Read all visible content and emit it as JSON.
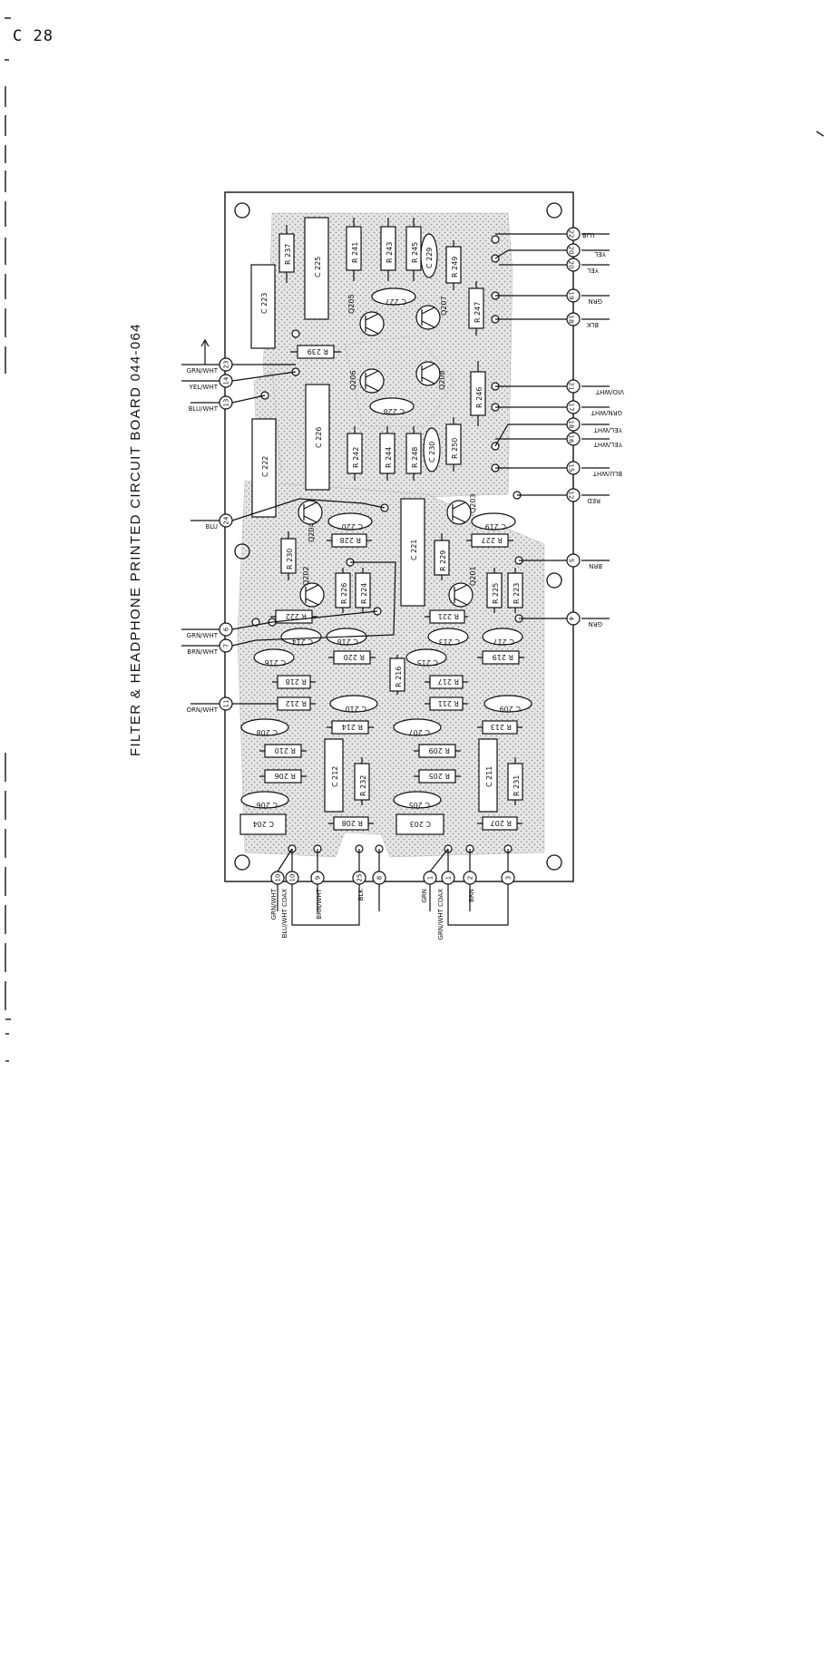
{
  "page_label": "C 28",
  "title": "FILTER & HEADPHONE PRINTED CIRCUIT BOARD 044-064",
  "components": {
    "r237": "R 237",
    "r241": "R 241",
    "r243": "R 243",
    "r245": "R 245",
    "r249": "R 249",
    "r247": "R 247",
    "r239": "R 239",
    "r246": "R 246",
    "r242": "R 242",
    "r244": "R 244",
    "r248": "R 248",
    "r250": "R 250",
    "r228": "R 228",
    "r229": "R 229",
    "r227": "R 227",
    "r230": "R 230",
    "r226": "R 226",
    "r224": "R 224",
    "r225": "R 225",
    "r223": "R 223",
    "r222": "R 222",
    "r221": "R 221",
    "r220": "R 220",
    "r219": "R 219",
    "r216": "R 216",
    "r218": "R 218",
    "r217": "R 217",
    "r212": "R 212",
    "r211": "R 211",
    "r214": "R 214",
    "r213": "R 213",
    "r210": "R 210",
    "r209": "R 209",
    "r206": "R 206",
    "r205": "R 205",
    "r232": "R 232",
    "r231": "R 231",
    "r208": "R 208",
    "r207": "R 207",
    "c223": "C 223",
    "c225": "C 225",
    "c229": "C 229",
    "c227": "C 227",
    "c226": "C 226",
    "c228": "C 228",
    "c230": "C 230",
    "c222": "C 222",
    "c220": "C 220",
    "c219": "C 219",
    "c221": "C 221",
    "c214": "C 214",
    "c218": "C 218",
    "c213": "C 213",
    "c217": "C 217",
    "c216": "C 216",
    "c215": "C 215",
    "c210": "C 210",
    "c209": "C 209",
    "c208": "C 208",
    "c207": "C 207",
    "c212": "C 212",
    "c211": "C 211",
    "c206": "C 206",
    "c205": "C 205",
    "c204": "C 204",
    "c203": "C 203",
    "q205": "Q205",
    "q207": "Q207",
    "q206": "Q206",
    "q208": "Q208",
    "q204": "Q204",
    "q203": "Q203",
    "q202": "Q202",
    "q201": "Q201"
  },
  "right_wires": {
    "blu": "BLU",
    "yel_top": "YEL",
    "yel": "YEL",
    "grn": "GRN",
    "blk": "BLK",
    "vio_wht": "VIO/WHT",
    "grn_wht": "GRN/WHT",
    "yel_wht_a": "YEL/WHT",
    "yel_wht_b": "YEL/WHT",
    "blu_wht": "BLU/WHT",
    "red": "RED",
    "brn": "BRN",
    "grn_b": "GRN"
  },
  "left_wires": {
    "grn_wht": "GRN/WHT",
    "yel_wht": "YEL/WHT",
    "blu_wht": "BLU/WHT",
    "blu": "BLU",
    "grn_wht_b": "GRN/WHT",
    "brn_wht": "BRN/WHT",
    "orn_wht": "ORN/WHT"
  },
  "bottom_wires": {
    "grn_wht": "GRN/WHT",
    "blu_wht_coax": "BLU/WHT COAX",
    "brn_wht": "BRN/WHT",
    "blk": "BLK",
    "grn": "GRN",
    "grn_wht_coax": "GRN/WHT COAX",
    "brn": "BRN"
  },
  "terminals": {
    "t22": "22",
    "t20": "20",
    "t19": "19",
    "t18": "18",
    "t21": "21",
    "t17": "17",
    "t16": "16",
    "t15": "15",
    "t12": "12",
    "t5": "5",
    "t4": "4",
    "t23": "23",
    "t14": "14",
    "t13": "13",
    "t24": "24",
    "t6": "6",
    "t7": "7",
    "t11": "11",
    "t10": "10",
    "t9": "9",
    "t25": "25",
    "t8": "8",
    "t1": "1",
    "t2": "2",
    "t3": "3"
  }
}
